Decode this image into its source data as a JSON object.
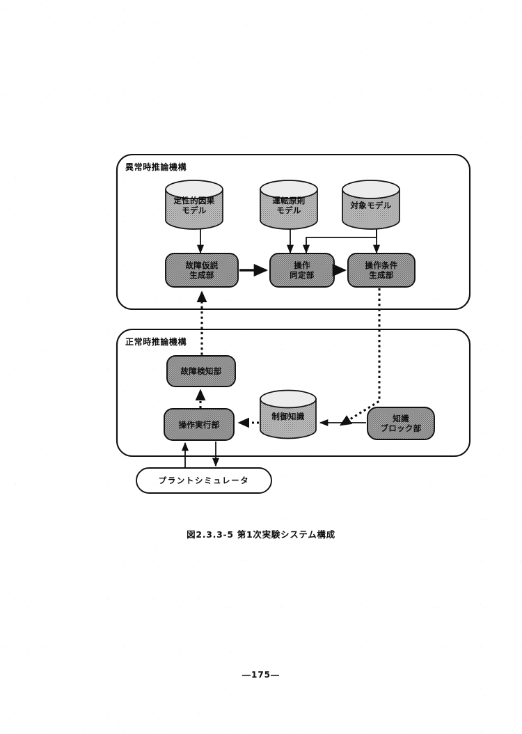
{
  "figure": {
    "caption": "図2.3.3-5 第1次実験システム構成",
    "page_number": "―175―"
  },
  "colors": {
    "node_fill": "#9a9a9a",
    "cylinder_fill": "#a8a8a8",
    "stroke": "#101010",
    "page_background": "#ffffff",
    "plain_node_fill": "#ffffff"
  },
  "panels": [
    {
      "id": "abnormal",
      "title": "異常時推論機構"
    },
    {
      "id": "normal",
      "title": "正常時推論機構"
    }
  ],
  "nodes": {
    "qualitative_causal_model": {
      "label_lines": [
        "定性的因果",
        "モデル"
      ],
      "shape": "cylinder",
      "panel": "abnormal"
    },
    "operating_principle_model": {
      "label_lines": [
        "運転原則",
        "モデル"
      ],
      "shape": "cylinder",
      "panel": "abnormal"
    },
    "target_model": {
      "label_lines": [
        "対象モデル"
      ],
      "shape": "cylinder",
      "panel": "abnormal"
    },
    "fault_hypothesis_generator": {
      "label_lines": [
        "故障仮説",
        "生成部"
      ],
      "shape": "rounded-box",
      "panel": "abnormal"
    },
    "operation_identifier": {
      "label_lines": [
        "操作",
        "同定部"
      ],
      "shape": "rounded-box",
      "panel": "abnormal"
    },
    "operation_condition_generator": {
      "label_lines": [
        "操作条件",
        "生成部"
      ],
      "shape": "rounded-box",
      "panel": "abnormal"
    },
    "fault_detector": {
      "label_lines": [
        "故障検知部"
      ],
      "shape": "rounded-box",
      "panel": "normal"
    },
    "operation_executor": {
      "label_lines": [
        "操作実行部"
      ],
      "shape": "rounded-box",
      "panel": "normal"
    },
    "control_knowledge": {
      "label_lines": [
        "制御知識"
      ],
      "shape": "cylinder",
      "panel": "normal"
    },
    "knowledge_block": {
      "label_lines": [
        "知識",
        "ブロック部"
      ],
      "shape": "rounded-box",
      "panel": "normal"
    },
    "plant_simulator": {
      "label_lines": [
        "プラントシミュレータ"
      ],
      "shape": "stadium",
      "panel": "none"
    }
  },
  "edges": [
    {
      "from": "qualitative_causal_model",
      "to": "fault_hypothesis_generator",
      "style": "solid"
    },
    {
      "from": "operating_principle_model",
      "to": "operation_identifier",
      "style": "solid"
    },
    {
      "from": "target_model",
      "to": "operation_identifier",
      "style": "solid"
    },
    {
      "from": "target_model",
      "to": "operation_condition_generator",
      "style": "solid"
    },
    {
      "from": "fault_hypothesis_generator",
      "to": "operation_identifier",
      "style": "solid-thick"
    },
    {
      "from": "operation_identifier",
      "to": "operation_condition_generator",
      "style": "solid-thick"
    },
    {
      "from": "fault_detector",
      "to": "fault_hypothesis_generator",
      "style": "dotted"
    },
    {
      "from": "operation_condition_generator",
      "to": "control_knowledge",
      "style": "dotted"
    },
    {
      "from": "operation_executor",
      "to": "fault_detector",
      "style": "dotted"
    },
    {
      "from": "control_knowledge",
      "to": "operation_executor",
      "style": "dotted"
    },
    {
      "from": "knowledge_block",
      "to": "control_knowledge",
      "style": "solid"
    },
    {
      "from": "plant_simulator",
      "to": "operation_executor",
      "style": "solid"
    },
    {
      "from": "operation_executor",
      "to": "plant_simulator",
      "style": "solid"
    }
  ]
}
